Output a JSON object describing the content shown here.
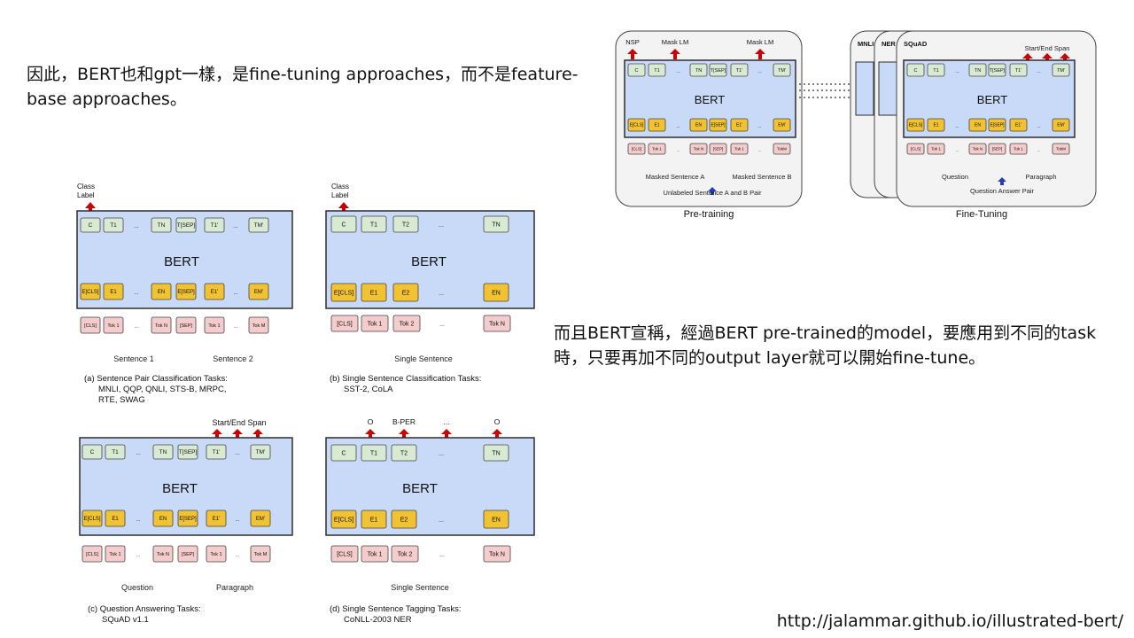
{
  "text": {
    "intro": "因此，BERT也和gpt一樣，是fine-tuning approaches，而不是feature-base approaches。",
    "note": "而且BERT宣稱，經過BERT pre-trained的model，要應用到不同的task時，只要再加不同的output layer就可以開始fine-tune。",
    "source": "http://jalammar.github.io/illustrated-bert/"
  },
  "pretrain": {
    "model": "BERT",
    "heads": [
      "NSP",
      "Mask LM",
      "Mask LM"
    ],
    "outputs": [
      "C",
      "T1",
      "...",
      "TN",
      "T[SEP]",
      "T1'",
      "...",
      "TM'"
    ],
    "embeddings": [
      "E[CLS]",
      "E1",
      "...",
      "EN",
      "E[SEP]",
      "E1'",
      "...",
      "EM'"
    ],
    "tokens": [
      "[CLS]",
      "Tok 1",
      "...",
      "Tok N",
      "[SEP]",
      "Tok 1",
      "...",
      "TokM"
    ],
    "seg_a": "Masked Sentence A",
    "seg_b": "Masked Sentence B",
    "pair": "Unlabeled Sentence A and B Pair",
    "caption": "Pre-training"
  },
  "finetune": {
    "model": "BERT",
    "tasks": [
      "MNLI",
      "NER",
      "SQuAD"
    ],
    "head": "Start/End Span",
    "seg_a": "Question",
    "seg_b": "Paragraph",
    "pair": "Question Answer Pair",
    "caption": "Fine-Tuning"
  },
  "panels": {
    "a": {
      "model": "BERT",
      "label": "Class Label",
      "outputs": [
        "C",
        "T1",
        "...",
        "TN",
        "T[SEP]",
        "T1'",
        "...",
        "TM'"
      ],
      "embeddings": [
        "E[CLS]",
        "E1",
        "...",
        "EN",
        "E[SEP]",
        "E1'",
        "...",
        "EM'"
      ],
      "tokens": [
        "[CLS]",
        "Tok 1",
        "...",
        "Tok N",
        "[SEP]",
        "Tok 1",
        "...",
        "Tok M"
      ],
      "seg1": "Sentence 1",
      "seg2": "Sentence 2",
      "caption_l1": "(a) Sentence Pair Classification Tasks:",
      "caption_l2": "MNLI, QQP, QNLI, STS-B, MRPC,",
      "caption_l3": "RTE, SWAG"
    },
    "b": {
      "model": "BERT",
      "label": "Class Label",
      "outputs": [
        "C",
        "T1",
        "T2",
        "...",
        "TN"
      ],
      "embeddings": [
        "E[CLS]",
        "E1",
        "E2",
        "...",
        "EN"
      ],
      "tokens": [
        "[CLS]",
        "Tok 1",
        "Tok 2",
        "...",
        "Tok N"
      ],
      "seg": "Single Sentence",
      "caption_l1": "(b) Single Sentence Classification Tasks:",
      "caption_l2": "SST-2, CoLA"
    },
    "c": {
      "model": "BERT",
      "head": "Start/End Span",
      "outputs": [
        "C",
        "T1",
        "...",
        "TN",
        "T[SEP]",
        "T1'",
        "...",
        "TM'"
      ],
      "embeddings": [
        "E[CLS]",
        "E1",
        "...",
        "EN",
        "E[SEP]",
        "E1'",
        "...",
        "EM'"
      ],
      "tokens": [
        "[CLS]",
        "Tok 1",
        "...",
        "Tok N",
        "[SEP]",
        "Tok 1",
        "...",
        "Tok M"
      ],
      "seg1": "Question",
      "seg2": "Paragraph",
      "caption_l1": "(c) Question Answering Tasks:",
      "caption_l2": "SQuAD v1.1"
    },
    "d": {
      "model": "BERT",
      "labels": [
        "O",
        "B-PER",
        "...",
        "O"
      ],
      "outputs": [
        "C",
        "T1",
        "T2",
        "...",
        "TN"
      ],
      "embeddings": [
        "E[CLS]",
        "E1",
        "E2",
        "...",
        "EN"
      ],
      "tokens": [
        "[CLS]",
        "Tok 1",
        "Tok 2",
        "...",
        "Tok N"
      ],
      "seg": "Single Sentence",
      "caption_l1": "(d) Single Sentence Tagging Tasks:",
      "caption_l2": "CoNLL-2003 NER"
    }
  },
  "colors": {
    "bert_fill": "#c9daf8",
    "bert_stroke": "#2d2d2d",
    "output_fill": "#d9ead3",
    "embed_fill": "#f1c232",
    "token_fill": "#f4cccc",
    "arrow_red": "#cc0000",
    "arrow_blue": "#1f3fbf",
    "frame_fill": "#f3f3f3"
  }
}
